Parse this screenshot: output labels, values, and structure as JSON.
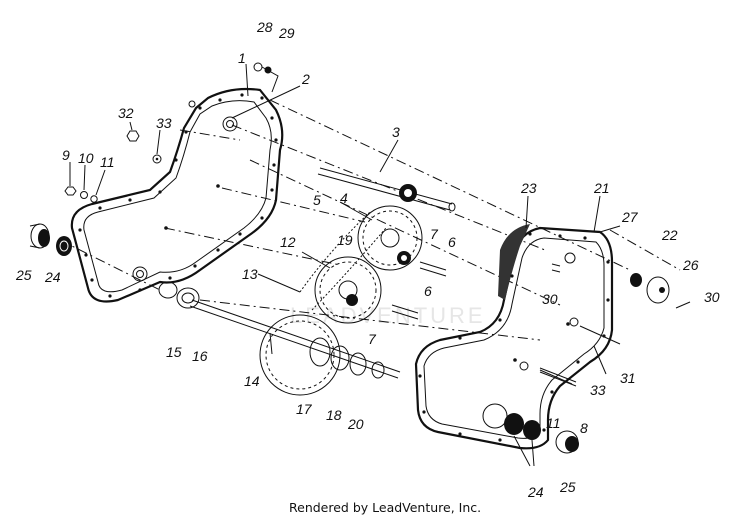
{
  "diagram": {
    "labels": [
      "28",
      "29",
      "1",
      "2",
      "32",
      "33",
      "9",
      "10",
      "11",
      "3",
      "4",
      "5",
      "19",
      "7",
      "6",
      "12",
      "13",
      "25",
      "24",
      "15",
      "16",
      "14",
      "17",
      "18",
      "20",
      "23",
      "21",
      "27",
      "22",
      "26",
      "30",
      "30",
      "31",
      "33",
      "11",
      "8",
      "24",
      "25",
      "7",
      "6"
    ],
    "watermark": "LEADVENTURE",
    "footer": "Rendered by LeadVenture, Inc."
  }
}
